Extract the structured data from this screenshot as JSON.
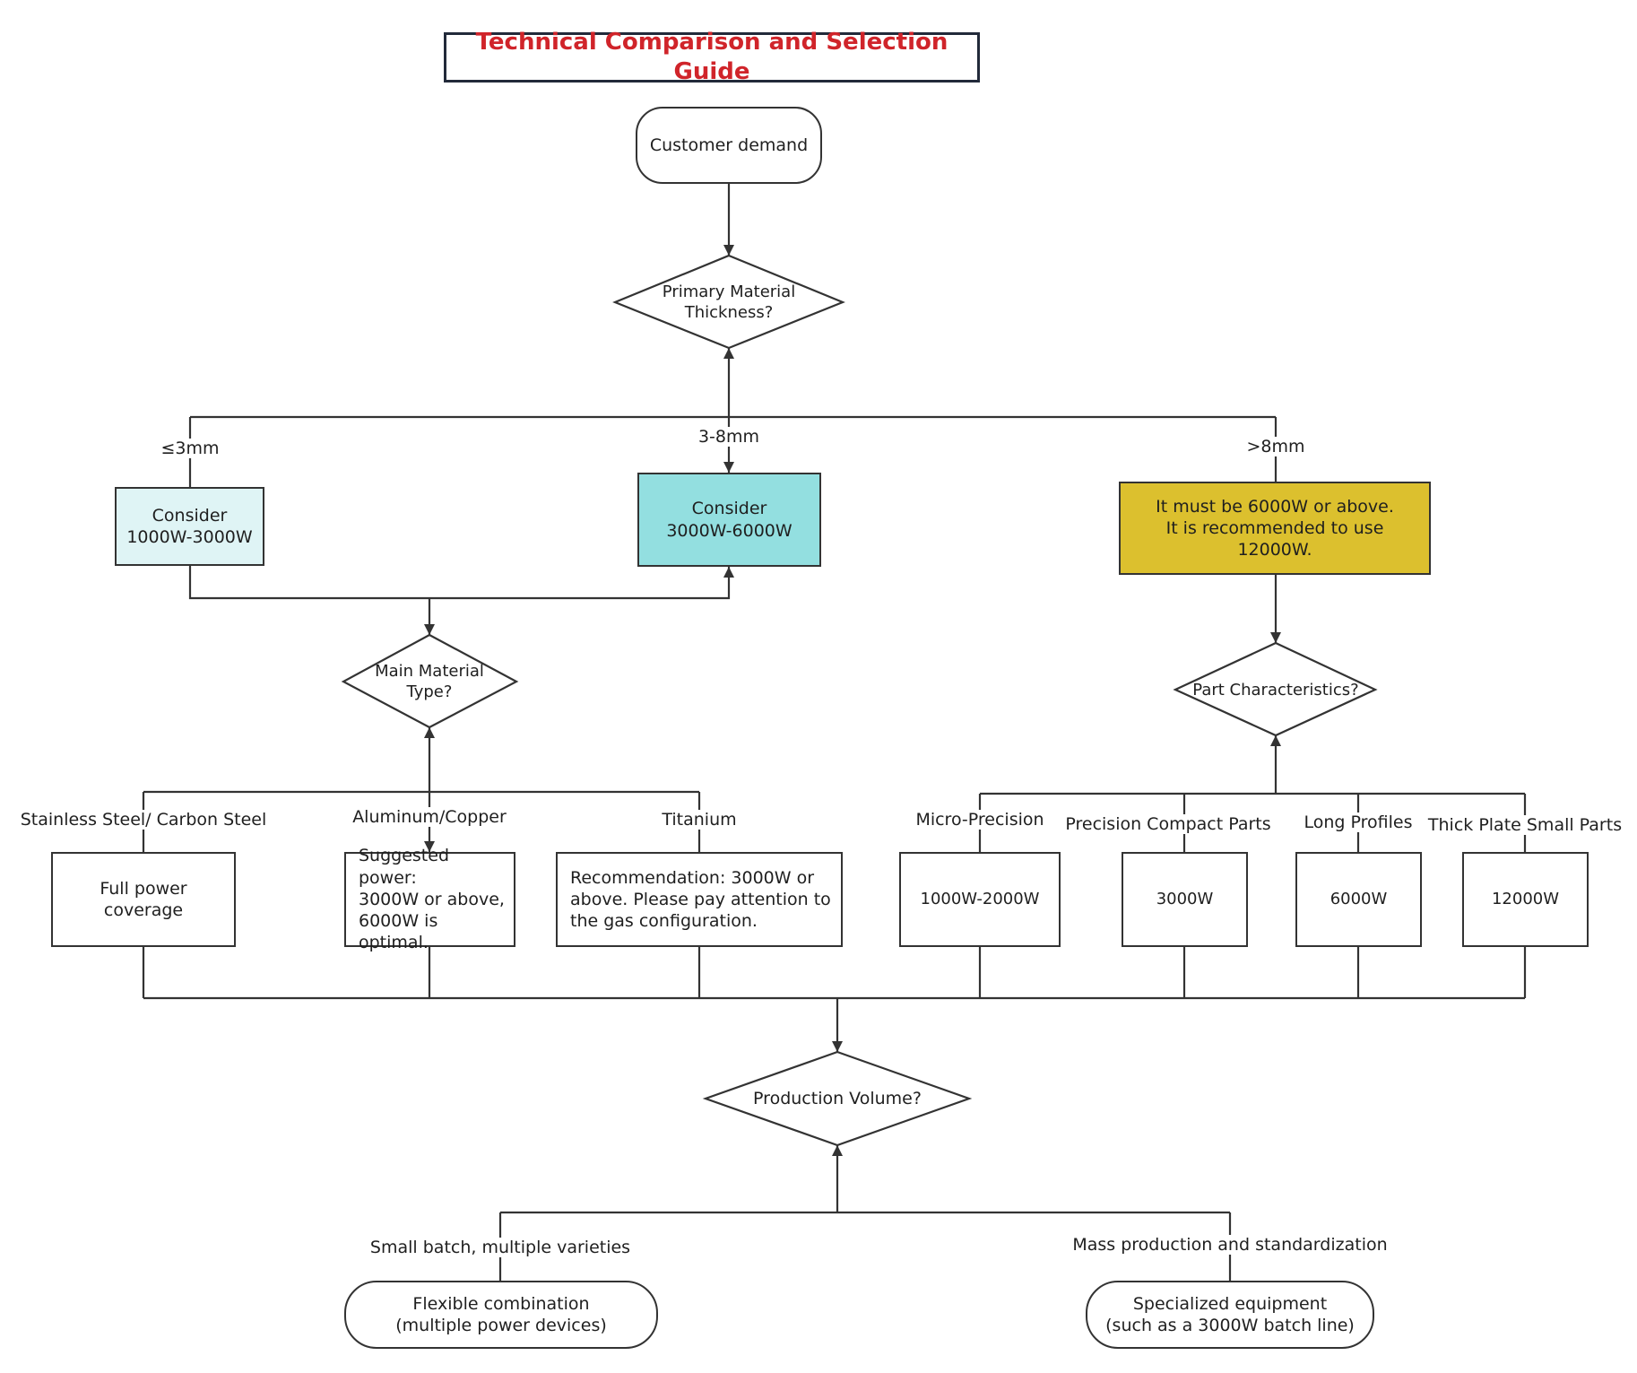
{
  "title": "Technical Comparison and Selection Guide",
  "colors": {
    "title_text": "#d0242a",
    "light_cyan_fill": "#dff4f5",
    "cyan_fill": "#93dfe0",
    "gold_fill": "#dcc02e",
    "line": "#333333"
  },
  "nodes": {
    "customer_demand": "Customer demand",
    "thickness_question": "Primary Material\nThickness?",
    "consider_low": "Consider\n1000W-3000W",
    "consider_mid": "Consider\n3000W-6000W",
    "thick_recommendation": "It must be 6000W or above.\nIt is recommended to use 12000W.",
    "material_question": "Main Material\nType?",
    "part_question": "Part Characteristics?",
    "full_power": "Full power coverage",
    "aluminum_power": "Suggested power:\n3000W or above,\n6000W is optimal.",
    "titanium_power": "Recommendation: 3000W or\nabove. Please pay attention to\nthe gas configuration.",
    "micro_power": "1000W-2000W",
    "compact_power": "3000W",
    "profiles_power": "6000W",
    "thick_small_power": "12000W",
    "volume_question": "Production Volume?",
    "flexible": "Flexible combination\n(multiple power devices)",
    "specialized": "Specialized equipment\n(such as a 3000W batch line)"
  },
  "edge_labels": {
    "thin": "≤3mm",
    "medium": "3-8mm",
    "thick": ">8mm",
    "steel": "Stainless Steel/ Carbon Steel",
    "aluminum": "Aluminum/Copper",
    "titanium": "Titanium",
    "micro": "Micro-Precision",
    "compact": "Precision Compact Parts",
    "profiles": "Long Profiles",
    "thick_small": "Thick Plate Small Parts",
    "small_batch": "Small batch, multiple varieties",
    "mass": "Mass production and standardization"
  }
}
